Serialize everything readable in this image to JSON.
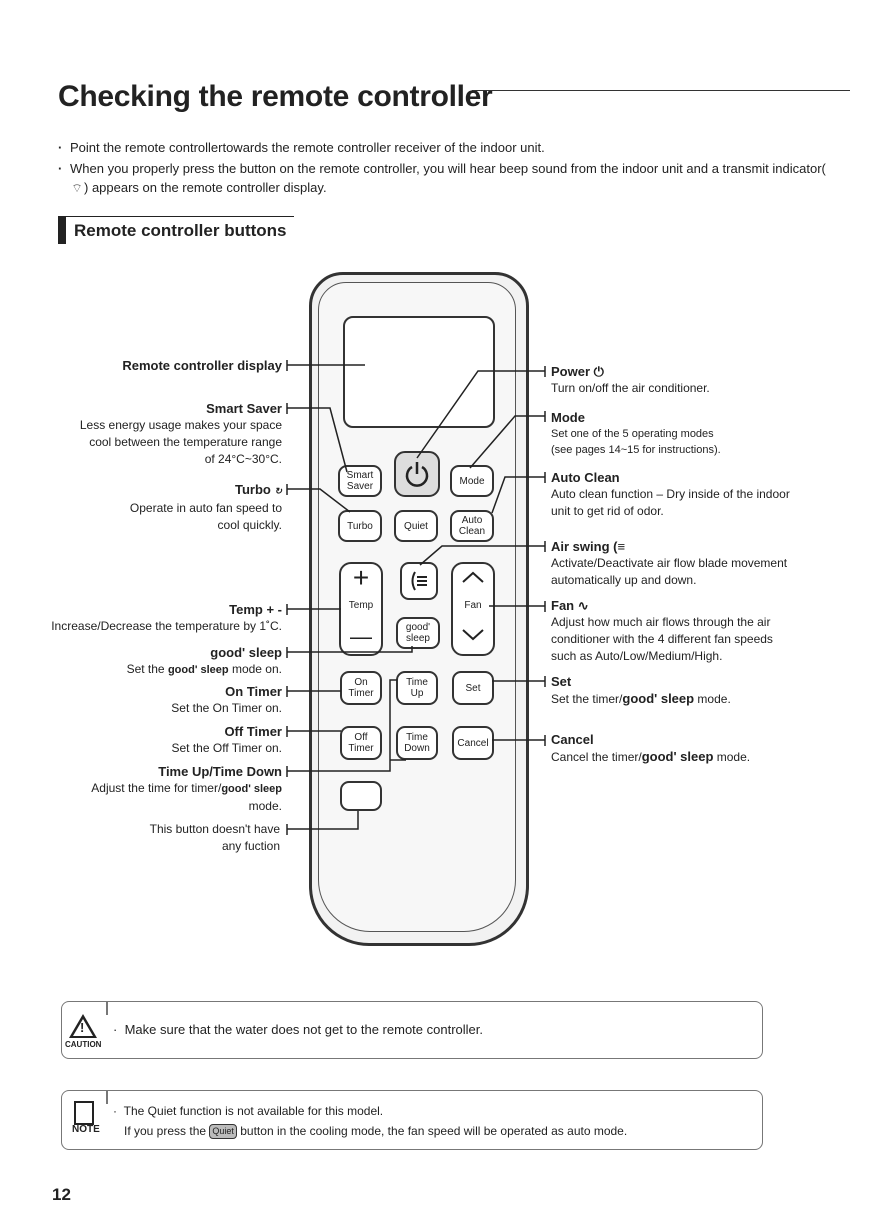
{
  "title": "Checking the remote controller",
  "bullets": {
    "b1": "Point  the remote controllertowards the remote controller receiver of the indoor unit.",
    "b2_pre": "When you properly press the button on the remote controller, you will hear beep sound from the indoor unit and a transmit indicator(",
    "b2_post": ") appears on the remote controller display."
  },
  "section_title": "Remote controller buttons",
  "remote": {
    "smart_saver_1": "Smart",
    "smart_saver_2": "Saver",
    "mode": "Mode",
    "turbo": "Turbo",
    "quiet": "Quiet",
    "auto_clean_1": "Auto",
    "auto_clean_2": "Clean",
    "temp": "Temp",
    "fan": "Fan",
    "good_sleep_1": "good'",
    "good_sleep_2": "sleep",
    "on_timer_1": "On",
    "on_timer_2": "Timer",
    "time_up_1": "Time",
    "time_up_2": "Up",
    "set": "Set",
    "off_timer_1": "Off",
    "off_timer_2": "Timer",
    "time_down_1": "Time",
    "time_down_2": "Down",
    "cancel": "Cancel",
    "plus": "+",
    "minus": "—"
  },
  "left": {
    "display": "Remote controller display",
    "smart_saver": "Smart Saver",
    "smart_saver_d1": "Less energy usage makes your space",
    "smart_saver_d2": "cool between the temperature range",
    "smart_saver_d3": "of 24°C~30°C.",
    "turbo": "Turbo",
    "turbo_d1": "Operate in auto fan speed to",
    "turbo_d2": "cool quickly.",
    "temp": "Temp + -",
    "temp_d": "Increase/Decrease the temperature by 1˚C.",
    "good_sleep": "good' sleep",
    "good_sleep_d_pre": "Set the ",
    "good_sleep_d_bold": "good' sleep",
    "good_sleep_d_post": " mode on.",
    "on_timer": "On Timer",
    "on_timer_d": "Set the On Timer on.",
    "off_timer": "Off Timer",
    "off_timer_d": "Set the Off Timer on.",
    "time_updown": "Time Up/Time Down",
    "time_updown_d1_pre": "Adjust the time for timer/",
    "time_updown_d1_bold": "good' sleep",
    "time_updown_d2": "mode.",
    "unused_1": "This button  doesn't have",
    "unused_2": "any fuction"
  },
  "right": {
    "power": "Power",
    "power_d": "Turn on/off the air conditioner.",
    "mode": "Mode",
    "mode_d1": "Set one of the 5 operating modes",
    "mode_d2": "(see pages 14~15  for instructions).",
    "auto_clean": "Auto Clean",
    "auto_clean_d1": "Auto clean function – Dry inside of the indoor",
    "auto_clean_d2": "unit to get rid of odor.",
    "air_swing": "Air swing",
    "air_swing_d1": "Activate/Deactivate air flow blade movement",
    "air_swing_d2": "automatically up and down.",
    "fan": "Fan",
    "fan_d1": "Adjust how much air flows through the air",
    "fan_d2": "conditioner with the 4 different fan speeds",
    "fan_d3": "such as Auto/Low/Medium/High.",
    "set": "Set",
    "set_d_pre": "Set the timer/",
    "set_d_bold": "good' sleep",
    "set_d_post": " mode.",
    "cancel": "Cancel",
    "cancel_d_pre": "Cancel the timer/",
    "cancel_d_bold": "good' sleep",
    "cancel_d_post": " mode."
  },
  "caution": {
    "label": "CAUTION",
    "text": "Make sure that the water does not get to the remote controller."
  },
  "note": {
    "label": "NOTE",
    "line1": "The Quiet function is not available for this model.",
    "line2_pre": "If you press the",
    "quiet_button": "Quiet",
    "line2_post": "button in the cooling mode, the fan speed will be operated as auto mode."
  },
  "page_number": "12"
}
